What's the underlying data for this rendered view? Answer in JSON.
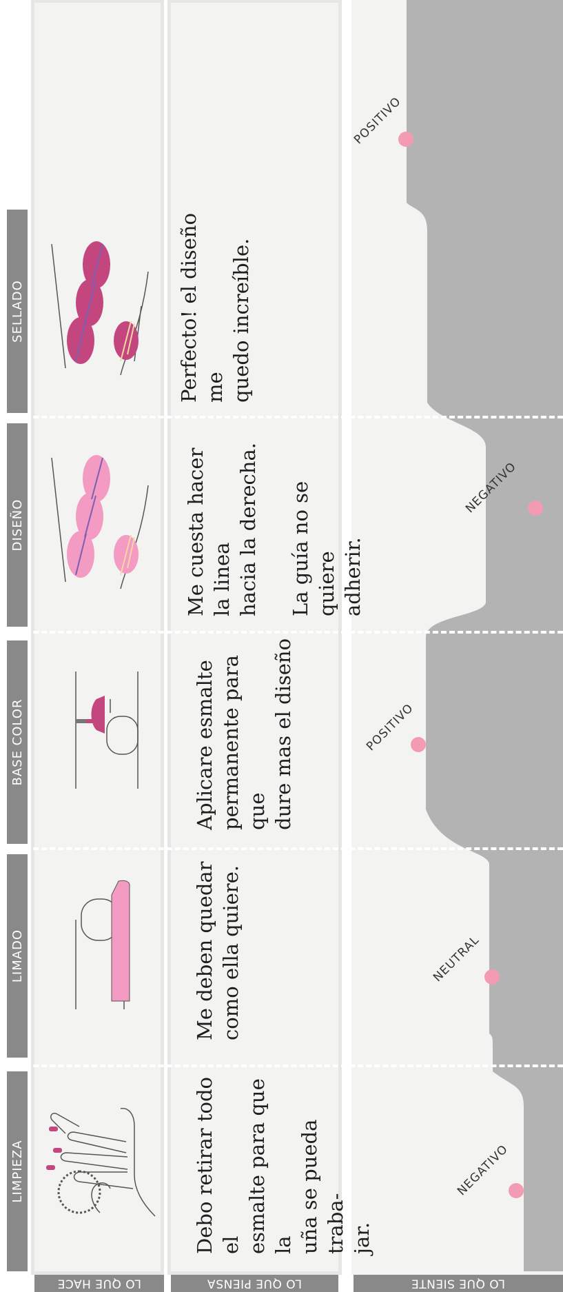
{
  "stages": [
    {
      "name": "LIMPIEZA",
      "icon": "hand-nail-clean-icon",
      "thought": "Debo retirar todo el\nesmalte para que la\nuña se pueda traba-\njar.",
      "mood": "NEGATIVO"
    },
    {
      "name": "LIMADO",
      "icon": "nail-file-icon",
      "thought": "Me deben quedar\ncomo ella quiere.",
      "mood": "NEUTRAL"
    },
    {
      "name": "BASE COLOR",
      "icon": "nail-polish-brush-icon",
      "thought": "Aplicare esmalte\npermanente para que\ndure mas el diseño",
      "mood": "POSITIVO"
    },
    {
      "name": "DISEÑO",
      "icon": "nail-design-icon",
      "thought": "Me cuesta hacer la linea\nhacia la derecha.\n\nLa guía no se quiere\nadherir.",
      "mood": "NEGATIVO"
    },
    {
      "name": "SELLADO",
      "icon": "nail-seal-icon",
      "thought": "Perfecto! el diseño me\nquedo increíble.",
      "mood": "POSITIVO"
    }
  ],
  "rows": {
    "does": "LO QUE HACE",
    "thinks": "LO QUE PIENSA",
    "feels": "LO QUE SIENTE"
  },
  "colors": {
    "stage_bar": "#898989",
    "panel": "#f3f3f1",
    "curve_area": "#b3b3b3",
    "mood_dot": "#f39bb3",
    "nail_pink": "#f39bc3",
    "nail_magenta": "#c4467f"
  }
}
